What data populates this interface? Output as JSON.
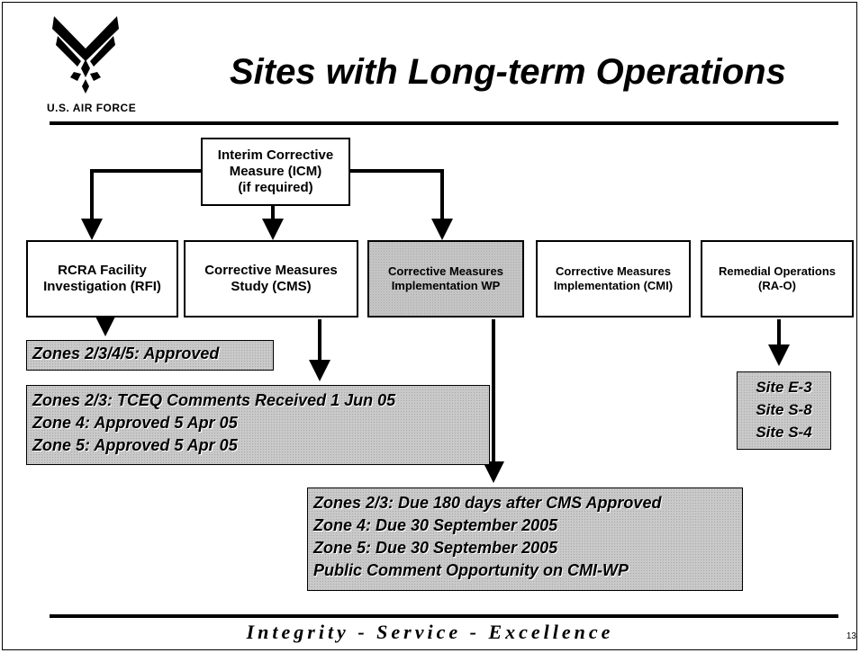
{
  "header": {
    "org_name": "U.S. AIR FORCE",
    "title": "Sites with Long-term Operations"
  },
  "diagram": {
    "top_box": "Interim Corrective\nMeasure (ICM)\n(if required)",
    "boxes": [
      "RCRA Facility\nInvestigation (RFI)",
      "Corrective Measures\nStudy (CMS)",
      "Corrective Measures\nImplementation WP",
      "Corrective Measures\nImplementation (CMI)",
      "Remedial Operations\n(RA-O)"
    ],
    "rfi_status": [
      "Zones 2/3/4/5:  Approved"
    ],
    "cms_status": [
      "Zones 2/3:  TCEQ Comments Received 1 Jun 05",
      "Zone 4:  Approved 5 Apr 05",
      "Zone 5:  Approved 5 Apr 05"
    ],
    "wp_status": [
      "Zones 2/3:  Due 180 days after CMS Approved",
      "Zone 4:  Due  30 September 2005",
      "Zone 5:  Due 30 September 2005",
      "Public Comment Opportunity on CMI-WP"
    ],
    "rao_sites": [
      "Site E-3",
      "Site S-8",
      "Site S-4"
    ]
  },
  "footer": {
    "motto": "Integrity - Service - Excellence",
    "page_number": "13"
  },
  "colors": {
    "line": "#000000",
    "shaded_box": "#c4c4c4",
    "background": "#ffffff"
  }
}
